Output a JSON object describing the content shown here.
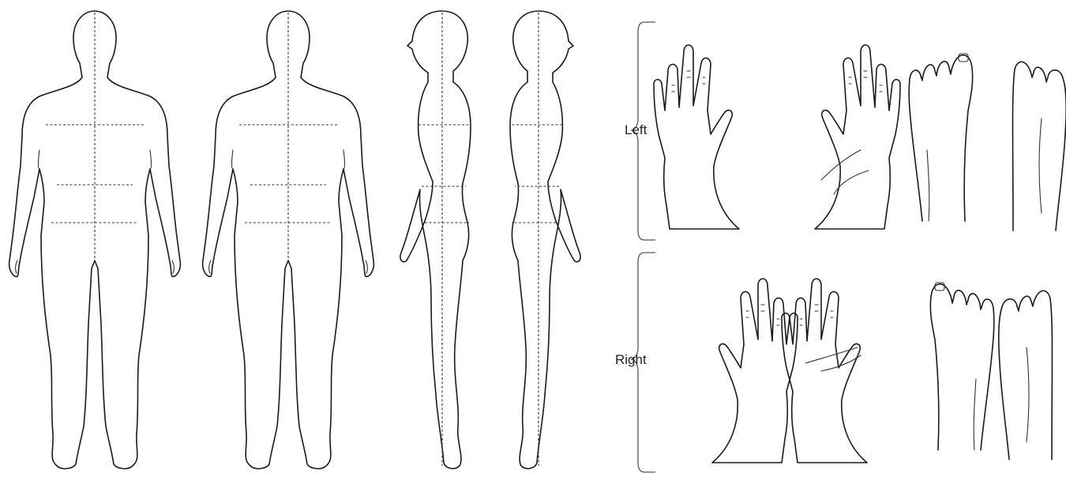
{
  "labels": {
    "left": "Left",
    "right": "Right"
  },
  "figures": {
    "body_views": [
      "front-view",
      "back-view",
      "left-side-view",
      "right-side-view"
    ],
    "left_group": [
      "left-hand-back",
      "left-hand-palm",
      "left-foot-top",
      "left-foot-sole"
    ],
    "right_group": [
      "right-hand-back",
      "right-hand-palm",
      "right-foot-top",
      "right-foot-sole"
    ]
  },
  "colors": {
    "outline": "#1a1a1a",
    "background": "#ffffff"
  }
}
